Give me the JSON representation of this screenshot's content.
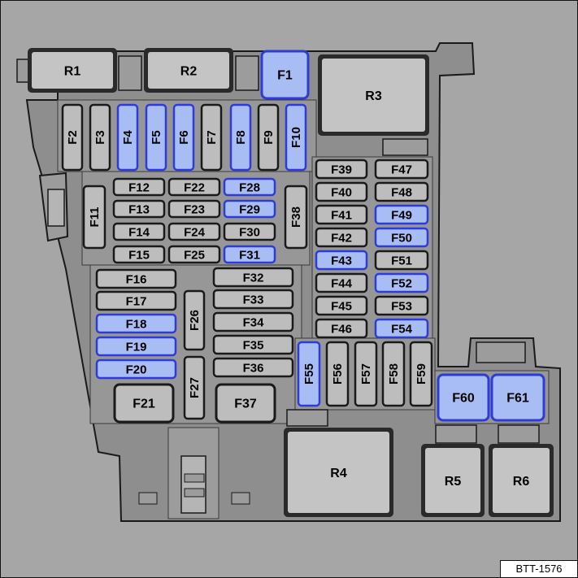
{
  "colors": {
    "highlight": "#a9bdf5",
    "highlight_border": "#2f3bd8",
    "standard_fill": "#bdbdbd",
    "standard_border": "#1a1a1a",
    "housing": "#8e8e8e",
    "background": "#a6a6a6"
  },
  "relays": [
    {
      "id": "R1",
      "label": "R1"
    },
    {
      "id": "R2",
      "label": "R2"
    },
    {
      "id": "R3",
      "label": "R3"
    },
    {
      "id": "R4",
      "label": "R4"
    },
    {
      "id": "R5",
      "label": "R5"
    },
    {
      "id": "R6",
      "label": "R6"
    }
  ],
  "fuses": [
    {
      "id": "F1",
      "label": "F1",
      "highlighted": true
    },
    {
      "id": "F2",
      "label": "F2",
      "highlighted": false
    },
    {
      "id": "F3",
      "label": "F3",
      "highlighted": false
    },
    {
      "id": "F4",
      "label": "F4",
      "highlighted": true
    },
    {
      "id": "F5",
      "label": "F5",
      "highlighted": true
    },
    {
      "id": "F6",
      "label": "F6",
      "highlighted": true
    },
    {
      "id": "F7",
      "label": "F7",
      "highlighted": false
    },
    {
      "id": "F8",
      "label": "F8",
      "highlighted": true
    },
    {
      "id": "F9",
      "label": "F9",
      "highlighted": false
    },
    {
      "id": "F10",
      "label": "F10",
      "highlighted": true
    },
    {
      "id": "F11",
      "label": "F11",
      "highlighted": false
    },
    {
      "id": "F12",
      "label": "F12",
      "highlighted": false
    },
    {
      "id": "F13",
      "label": "F13",
      "highlighted": false
    },
    {
      "id": "F14",
      "label": "F14",
      "highlighted": false
    },
    {
      "id": "F15",
      "label": "F15",
      "highlighted": false
    },
    {
      "id": "F16",
      "label": "F16",
      "highlighted": false
    },
    {
      "id": "F17",
      "label": "F17",
      "highlighted": false
    },
    {
      "id": "F18",
      "label": "F18",
      "highlighted": true
    },
    {
      "id": "F19",
      "label": "F19",
      "highlighted": true
    },
    {
      "id": "F20",
      "label": "F20",
      "highlighted": true
    },
    {
      "id": "F21",
      "label": "F21",
      "highlighted": false
    },
    {
      "id": "F22",
      "label": "F22",
      "highlighted": false
    },
    {
      "id": "F23",
      "label": "F23",
      "highlighted": false
    },
    {
      "id": "F24",
      "label": "F24",
      "highlighted": false
    },
    {
      "id": "F25",
      "label": "F25",
      "highlighted": false
    },
    {
      "id": "F26",
      "label": "F26",
      "highlighted": false
    },
    {
      "id": "F27",
      "label": "F27",
      "highlighted": false
    },
    {
      "id": "F28",
      "label": "F28",
      "highlighted": true
    },
    {
      "id": "F29",
      "label": "F29",
      "highlighted": true
    },
    {
      "id": "F30",
      "label": "F30",
      "highlighted": false
    },
    {
      "id": "F31",
      "label": "F31",
      "highlighted": true
    },
    {
      "id": "F32",
      "label": "F32",
      "highlighted": false
    },
    {
      "id": "F33",
      "label": "F33",
      "highlighted": false
    },
    {
      "id": "F34",
      "label": "F34",
      "highlighted": false
    },
    {
      "id": "F35",
      "label": "F35",
      "highlighted": false
    },
    {
      "id": "F36",
      "label": "F36",
      "highlighted": false
    },
    {
      "id": "F37",
      "label": "F37",
      "highlighted": false
    },
    {
      "id": "F38",
      "label": "F38",
      "highlighted": false
    },
    {
      "id": "F39",
      "label": "F39",
      "highlighted": false
    },
    {
      "id": "F40",
      "label": "F40",
      "highlighted": false
    },
    {
      "id": "F41",
      "label": "F41",
      "highlighted": false
    },
    {
      "id": "F42",
      "label": "F42",
      "highlighted": false
    },
    {
      "id": "F43",
      "label": "F43",
      "highlighted": true
    },
    {
      "id": "F44",
      "label": "F44",
      "highlighted": false
    },
    {
      "id": "F45",
      "label": "F45",
      "highlighted": false
    },
    {
      "id": "F46",
      "label": "F46",
      "highlighted": false
    },
    {
      "id": "F47",
      "label": "F47",
      "highlighted": false
    },
    {
      "id": "F48",
      "label": "F48",
      "highlighted": false
    },
    {
      "id": "F49",
      "label": "F49",
      "highlighted": true
    },
    {
      "id": "F50",
      "label": "F50",
      "highlighted": true
    },
    {
      "id": "F51",
      "label": "F51",
      "highlighted": false
    },
    {
      "id": "F52",
      "label": "F52",
      "highlighted": true
    },
    {
      "id": "F53",
      "label": "F53",
      "highlighted": false
    },
    {
      "id": "F54",
      "label": "F54",
      "highlighted": true
    },
    {
      "id": "F55",
      "label": "F55",
      "highlighted": true
    },
    {
      "id": "F56",
      "label": "F56",
      "highlighted": false
    },
    {
      "id": "F57",
      "label": "F57",
      "highlighted": false
    },
    {
      "id": "F58",
      "label": "F58",
      "highlighted": false
    },
    {
      "id": "F59",
      "label": "F59",
      "highlighted": false
    },
    {
      "id": "F60",
      "label": "F60",
      "highlighted": true
    },
    {
      "id": "F61",
      "label": "F61",
      "highlighted": true
    }
  ],
  "reference": "BTT-1576"
}
